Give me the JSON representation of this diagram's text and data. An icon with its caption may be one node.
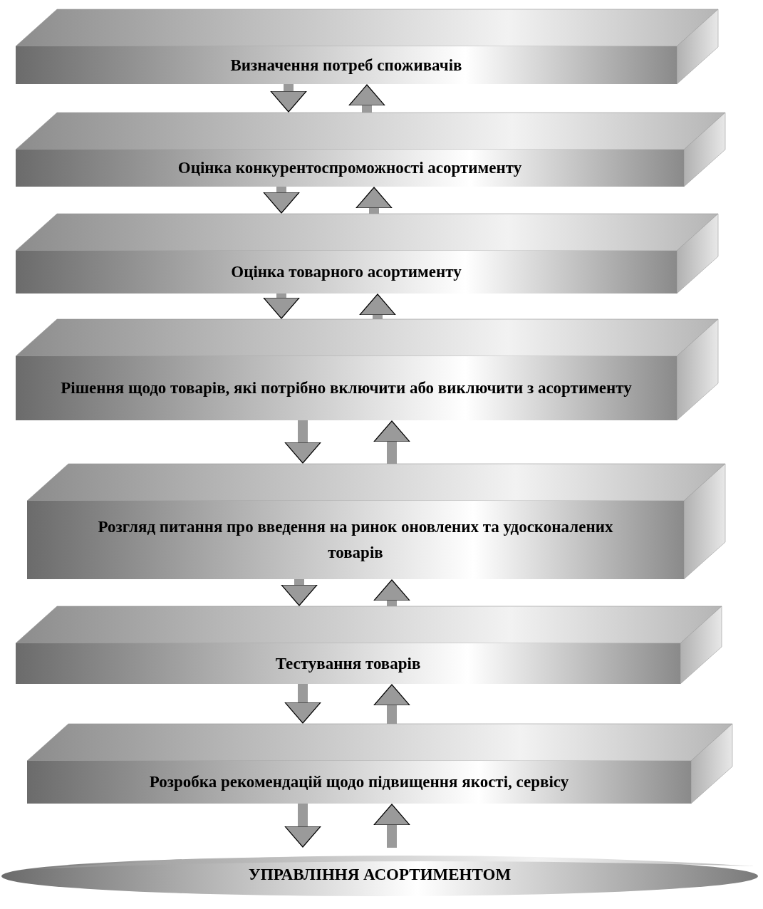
{
  "diagram": {
    "nodes": [
      {
        "text": [
          "Визначення потреб споживачів"
        ]
      },
      {
        "text": [
          "Оцінка конкурентоспроможності асортименту"
        ]
      },
      {
        "text": [
          "Оцінка товарного асортименту"
        ]
      },
      {
        "text": [
          "Рішення щодо товарів, які потрібно включити або виключити з асортименту"
        ]
      },
      {
        "text": [
          "Розгляд питання про введення на ринок оновлених та удосконалених товарів"
        ]
      },
      {
        "text": [
          "Тестування товарів"
        ]
      },
      {
        "text": [
          "Розробка рекомендацій щодо підвищення якості, сервісу"
        ]
      },
      {
        "text": [
          "УПРАВЛІННЯ АСОРТИМЕНТОМ"
        ]
      }
    ],
    "edges": [
      {
        "from": 0,
        "to": 1,
        "arrow": "to"
      },
      {
        "from": 1,
        "to": 0,
        "arrow": "to"
      },
      {
        "from": 1,
        "to": 2,
        "arrow": "to"
      },
      {
        "from": 2,
        "to": 1,
        "arrow": "to"
      },
      {
        "from": 2,
        "to": 3,
        "arrow": "to"
      },
      {
        "from": 3,
        "to": 2,
        "arrow": "to"
      },
      {
        "from": 3,
        "to": 4,
        "arrow": "to"
      },
      {
        "from": 4,
        "to": 3,
        "arrow": "to"
      },
      {
        "from": 4,
        "to": 5,
        "arrow": "to"
      },
      {
        "from": 5,
        "to": 4,
        "arrow": "to"
      },
      {
        "from": 5,
        "to": 6,
        "arrow": "to"
      },
      {
        "from": 6,
        "to": 5,
        "arrow": "to"
      },
      {
        "from": 6,
        "to": 7,
        "arrow": "to"
      },
      {
        "from": 7,
        "to": 6,
        "arrow": "to"
      }
    ]
  }
}
